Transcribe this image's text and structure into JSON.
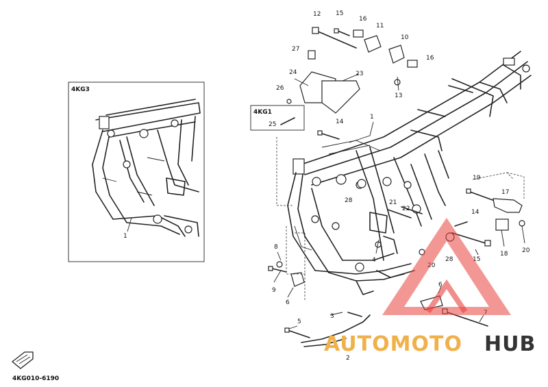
{
  "diagram": {
    "code": "4KG010-6190",
    "inset_label": "4KG3",
    "variant_label": "4KG1",
    "inset_callouts": [
      "1"
    ],
    "callouts": [
      "1",
      "2",
      "3",
      "4",
      "5",
      "6",
      "6",
      "7",
      "8",
      "9",
      "10",
      "11",
      "12",
      "13",
      "14",
      "14",
      "15",
      "15",
      "16",
      "16",
      "17",
      "18",
      "19",
      "20",
      "20",
      "21",
      "22",
      "23",
      "24",
      "25",
      "26",
      "27",
      "28",
      "28"
    ]
  },
  "watermark": {
    "brand_left": "AUTOMOTO",
    "brand_right": "HUB",
    "colors": {
      "triangle": "#e8413c",
      "text_orange": "#f0b14a",
      "text_dark": "#333333"
    }
  },
  "icons": {
    "front_arrow": "front-arrow-icon"
  }
}
